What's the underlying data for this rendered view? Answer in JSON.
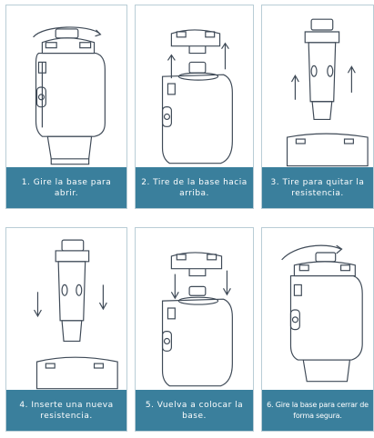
{
  "steps": [
    {
      "caption": "1. Gire la base para abrir."
    },
    {
      "caption": "2. Tire de la base hacia arriba."
    },
    {
      "caption": "3. Tire para quitar la resistencia."
    },
    {
      "caption": "4. Inserte una nueva resistencia."
    },
    {
      "caption": "5. Vuelva a colocar la base."
    },
    {
      "caption": "6. Gire la base para cerrar de forma segura."
    }
  ],
  "colors": {
    "caption_bg": "#3a7f9c",
    "line_art": "#3f4a57",
    "panel_border": "#b9cdd6"
  },
  "icons": [
    "rotate-arrow-icon",
    "up-arrow-icon",
    "down-arrow-icon"
  ]
}
